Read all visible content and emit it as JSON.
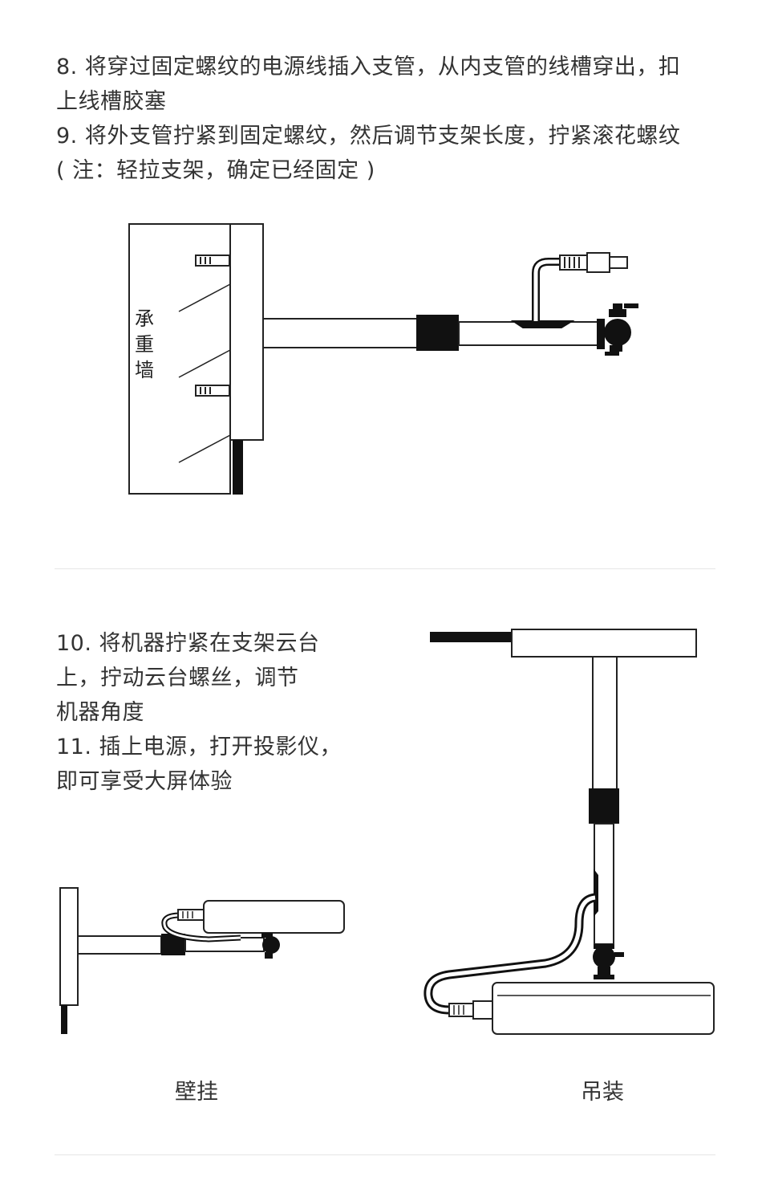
{
  "steps_top": {
    "lines": [
      "8. 将穿过固定螺纹的电源线插入支管，从内支管的线槽穿出，扣",
      "上线槽胶塞",
      "9. 将外支管拧紧到固定螺纹，然后调节支架长度，拧紧滚花螺纹",
      "( 注：轻拉支架，确定已经固定 )"
    ]
  },
  "wall_diagram": {
    "wall_label": [
      "承",
      "重",
      "墙"
    ]
  },
  "steps_bottom": {
    "lines": [
      "10. 将机器拧紧在支架云台",
      "上，拧动云台螺丝，调节",
      "机器角度",
      "11. 插上电源，打开投影仪，",
      "即可享受大屏体验"
    ]
  },
  "captions": {
    "wall_mount": "壁挂",
    "ceiling_mount": "吊装"
  }
}
